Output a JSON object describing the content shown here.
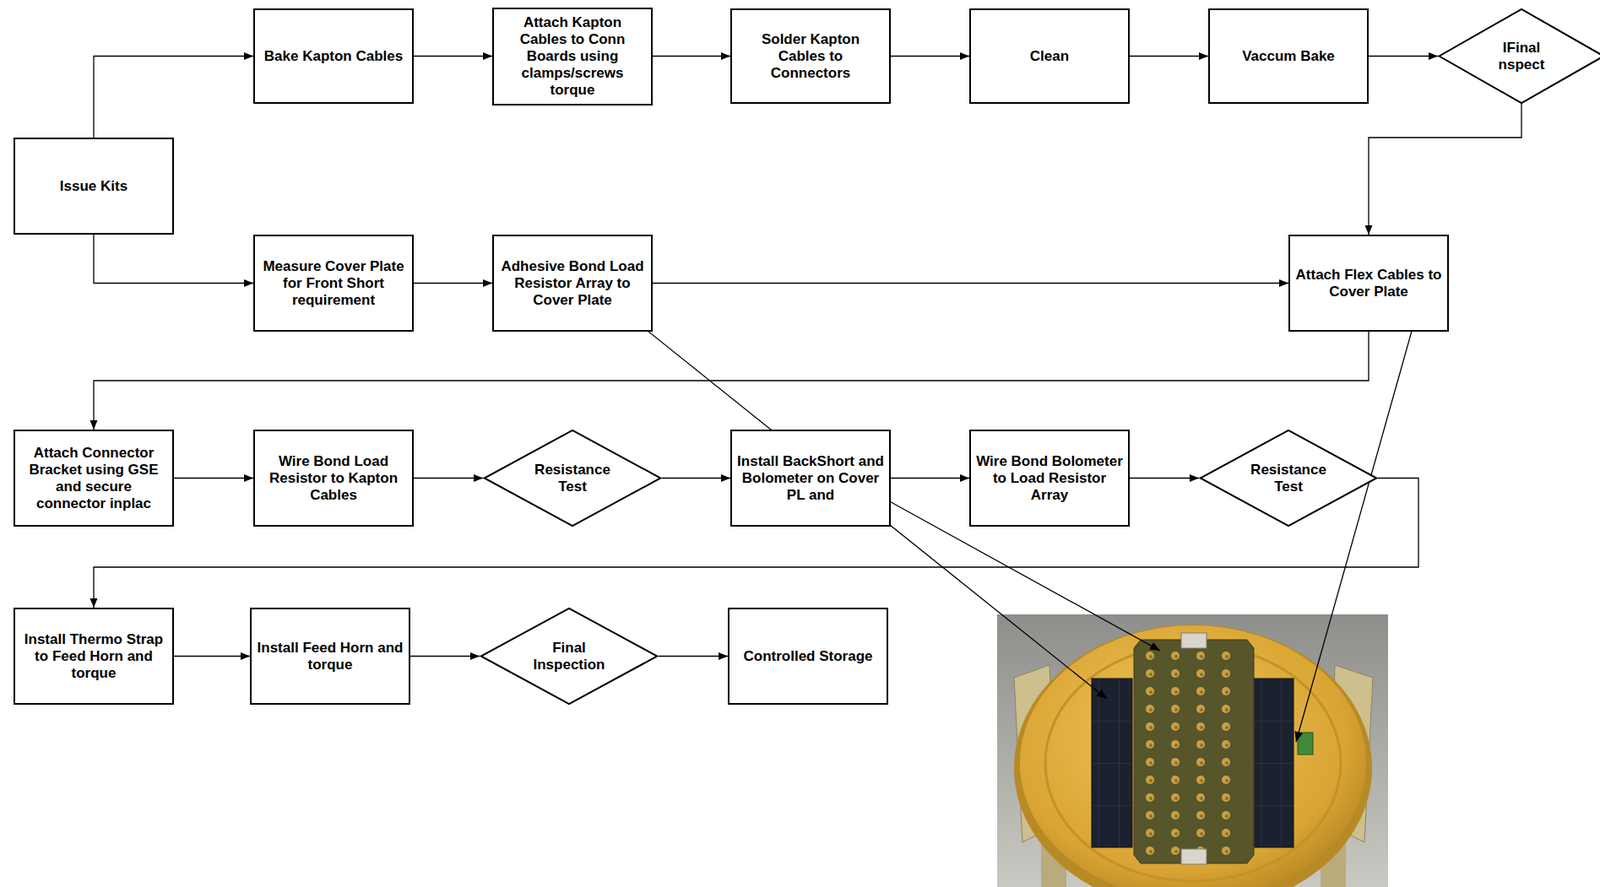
{
  "diagram": {
    "nodes": [
      {
        "text": [
          "Issue Kits"
        ]
      },
      {
        "text": [
          "Bake Kapton Cables"
        ]
      },
      {
        "text": [
          "Attach Kapton Cables to Conn Boards using clamps/screws torque"
        ]
      },
      {
        "text": [
          "Solder Kapton Cables to Connectors"
        ]
      },
      {
        "text": [
          "Clean"
        ]
      },
      {
        "text": [
          "Vaccum Bake"
        ]
      },
      {
        "text": [
          "IFinal nspect"
        ]
      },
      {
        "text": [
          "Measure Cover Plate for Front Short requirement"
        ]
      },
      {
        "text": [
          "Adhesive Bond Load Resistor Array to Cover Plate"
        ]
      },
      {
        "text": [
          "Attach Flex Cables to Cover Plate"
        ]
      },
      {
        "text": [
          "Attach Connector Bracket using GSE and secure connector inplac"
        ]
      },
      {
        "text": [
          "Wire Bond Load Resistor to Kapton Cables"
        ]
      },
      {
        "text": [
          "Resistance Test"
        ]
      },
      {
        "text": [
          "Install BackShort and Bolometer on Cover PL and"
        ]
      },
      {
        "text": [
          "Wire Bond Bolometer to Load Resistor Array"
        ]
      },
      {
        "text": [
          "Resistance Test"
        ]
      },
      {
        "text": [
          "Install Thermo Strap to Feed Horn and torque"
        ]
      },
      {
        "text": [
          "Install Feed Horn and torque"
        ]
      },
      {
        "text": [
          "Final Inspection"
        ]
      },
      {
        "text": [
          "Controlled Storage"
        ]
      }
    ],
    "edges": [
      {
        "from": 0,
        "to": 1,
        "arrow": "to"
      },
      {
        "from": 1,
        "to": 2,
        "arrow": "to"
      },
      {
        "from": 2,
        "to": 3,
        "arrow": "to"
      },
      {
        "from": 3,
        "to": 4,
        "arrow": "to"
      },
      {
        "from": 4,
        "to": 5,
        "arrow": "to"
      },
      {
        "from": 5,
        "to": 6,
        "arrow": "to"
      },
      {
        "from": 6,
        "to": 9,
        "arrow": "to"
      },
      {
        "from": 0,
        "to": 7,
        "arrow": "to"
      },
      {
        "from": 7,
        "to": 8,
        "arrow": "to"
      },
      {
        "from": 8,
        "to": 9,
        "arrow": "to"
      },
      {
        "from": 9,
        "to": 10,
        "arrow": "to"
      },
      {
        "from": 10,
        "to": 11,
        "arrow": "to"
      },
      {
        "from": 11,
        "to": 12,
        "arrow": "to"
      },
      {
        "from": 12,
        "to": 13,
        "arrow": "to"
      },
      {
        "from": 13,
        "to": 14,
        "arrow": "to"
      },
      {
        "from": 14,
        "to": 15,
        "arrow": "to"
      },
      {
        "from": 15,
        "to": 16,
        "arrow": "to"
      },
      {
        "from": 16,
        "to": 17,
        "arrow": "to"
      },
      {
        "from": 17,
        "to": 18,
        "arrow": "to"
      },
      {
        "from": 18,
        "to": 19,
        "arrow": "to"
      }
    ]
  }
}
